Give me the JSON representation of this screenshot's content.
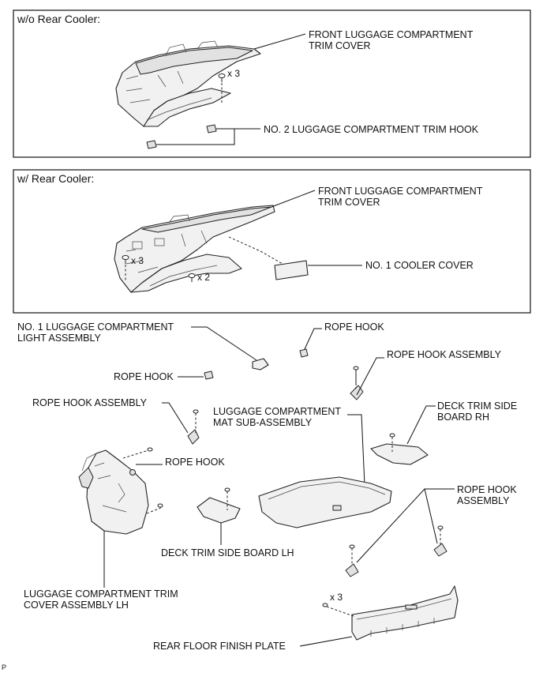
{
  "sections": {
    "wo_rear_cooler": "w/o Rear Cooler:",
    "w_rear_cooler": "w/ Rear Cooler:"
  },
  "labels": {
    "front_trim_cover_1_l1": "FRONT LUGGAGE COMPARTMENT",
    "front_trim_cover_1_l2": "TRIM COVER",
    "no2_trim_hook": "NO. 2 LUGGAGE COMPARTMENT TRIM HOOK",
    "front_trim_cover_2_l1": "FRONT LUGGAGE COMPARTMENT",
    "front_trim_cover_2_l2": "TRIM COVER",
    "no1_cooler_cover": "NO. 1 COOLER COVER",
    "light_assembly_l1": "NO. 1 LUGGAGE COMPARTMENT",
    "light_assembly_l2": "LIGHT ASSEMBLY",
    "rope_hook_top": "ROPE HOOK",
    "rope_hook_assembly_right_top": "ROPE HOOK ASSEMBLY",
    "rope_hook_left": "ROPE HOOK",
    "rope_hook_assembly_left": "ROPE HOOK ASSEMBLY",
    "mat_sub_assembly_l1": "LUGGAGE COMPARTMENT",
    "mat_sub_assembly_l2": "MAT SUB-ASSEMBLY",
    "deck_trim_rh_l1": "DECK TRIM SIDE",
    "deck_trim_rh_l2": "BOARD RH",
    "rope_hook_mid": "ROPE HOOK",
    "rope_hook_assembly_right_bottom_l1": "ROPE HOOK",
    "rope_hook_assembly_right_bottom_l2": "ASSEMBLY",
    "deck_trim_lh": "DECK TRIM SIDE BOARD LH",
    "trim_cover_lh_l1": "LUGGAGE COMPARTMENT TRIM",
    "trim_cover_lh_l2": "COVER ASSEMBLY LH",
    "rear_floor_plate": "REAR FLOOR FINISH PLATE"
  },
  "quantities": {
    "clip_wo_cooler": "x 3",
    "clip_w_cooler_a": "x 3",
    "clip_w_cooler_b": "x 2",
    "clip_rear_plate": "x 3"
  },
  "corner_mark": "P"
}
